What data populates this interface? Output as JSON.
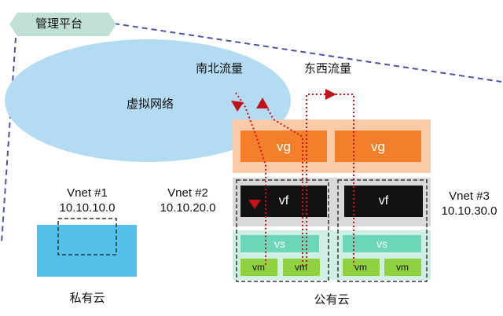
{
  "management_platform": {
    "label": "管理平台"
  },
  "virtual_network": {
    "label": "虚拟网络"
  },
  "traffic": {
    "north_south": "南北流量",
    "east_west": "东西流量"
  },
  "private_cloud": {
    "label": "私有云",
    "vnet": {
      "name": "Vnet #1",
      "subnet": "10.10.10.0"
    }
  },
  "public_cloud": {
    "label": "公有云",
    "vnets": [
      {
        "name": "Vnet #2",
        "subnet": "10.10.20.0"
      },
      {
        "name": "Vnet #3",
        "subnet": "10.10.30.0"
      }
    ],
    "vg_label": "vg",
    "vf_label": "vf",
    "vs_label": "vs",
    "vm_label": "vm"
  },
  "colors": {
    "management_fill": "#bfe0d3",
    "cloud_fill": "#b3dcf2",
    "vg_band": "#f9cba8",
    "vg_box": "#f47f2b",
    "vf_band": "#d9d9d9",
    "vf_box": "#111111",
    "vs_band": "#cfeee4",
    "vs_box": "#6cd6b9",
    "vm_box": "#8fd13f",
    "private_box": "#53c0ea",
    "traffic_line": "#d0101a",
    "dashed_line": "#4a54a0"
  }
}
